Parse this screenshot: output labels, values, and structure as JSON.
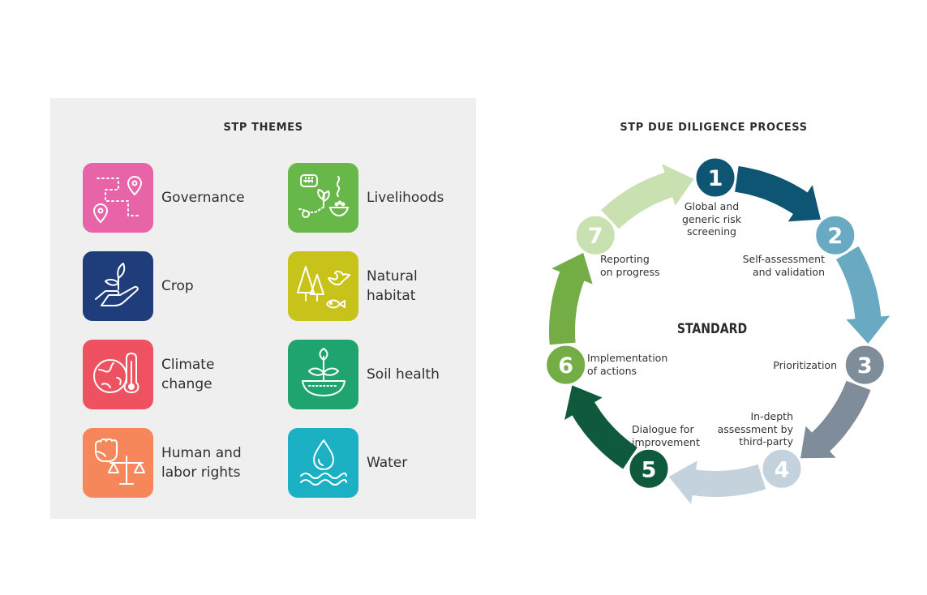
{
  "themes_panel": {
    "title": "STP THEMES",
    "themes": [
      {
        "label": "Governance",
        "color": "#e864a8",
        "icon": "route-pins-icon"
      },
      {
        "label": "Livelihoods",
        "color": "#68b849",
        "icon": "hand-plant-bowl-icon"
      },
      {
        "label": "Crop",
        "color": "#1f3d7a",
        "icon": "hand-seedling-icon"
      },
      {
        "label": "Natural\nhabitat",
        "color": "#c8c31a",
        "icon": "trees-bird-fish-icon"
      },
      {
        "label": "Climate\nchange",
        "color": "#ee5260",
        "icon": "globe-thermometer-icon"
      },
      {
        "label": "Soil health",
        "color": "#20a46f",
        "icon": "plant-soil-bowl-icon"
      },
      {
        "label": "Human and\nlabor rights",
        "color": "#f6875a",
        "icon": "fist-scales-icon"
      },
      {
        "label": "Water",
        "color": "#1bb0c4",
        "icon": "water-drop-waves-icon"
      }
    ]
  },
  "process": {
    "title": "STP DUE DILIGENCE PROCESS",
    "center": "STANDARD",
    "steps": [
      {
        "number": "1",
        "text": "Global and\ngeneric risk\nscreening",
        "color": "#0e5573"
      },
      {
        "number": "2",
        "text": "Self-assessment\nand validation",
        "color": "#6aa9c2"
      },
      {
        "number": "3",
        "text": "Prioritization",
        "color": "#7f8c99"
      },
      {
        "number": "4",
        "text": "In-depth\nassessment by\nthird-party",
        "color": "#c3d2dd"
      },
      {
        "number": "5",
        "text": "Dialogue for\nimprovement",
        "color": "#0f5a3d"
      },
      {
        "number": "6",
        "text": "Implementation\nof actions",
        "color": "#74ad46"
      },
      {
        "number": "7",
        "text": "Reporting\non progress",
        "color": "#c9e0b1"
      }
    ]
  }
}
